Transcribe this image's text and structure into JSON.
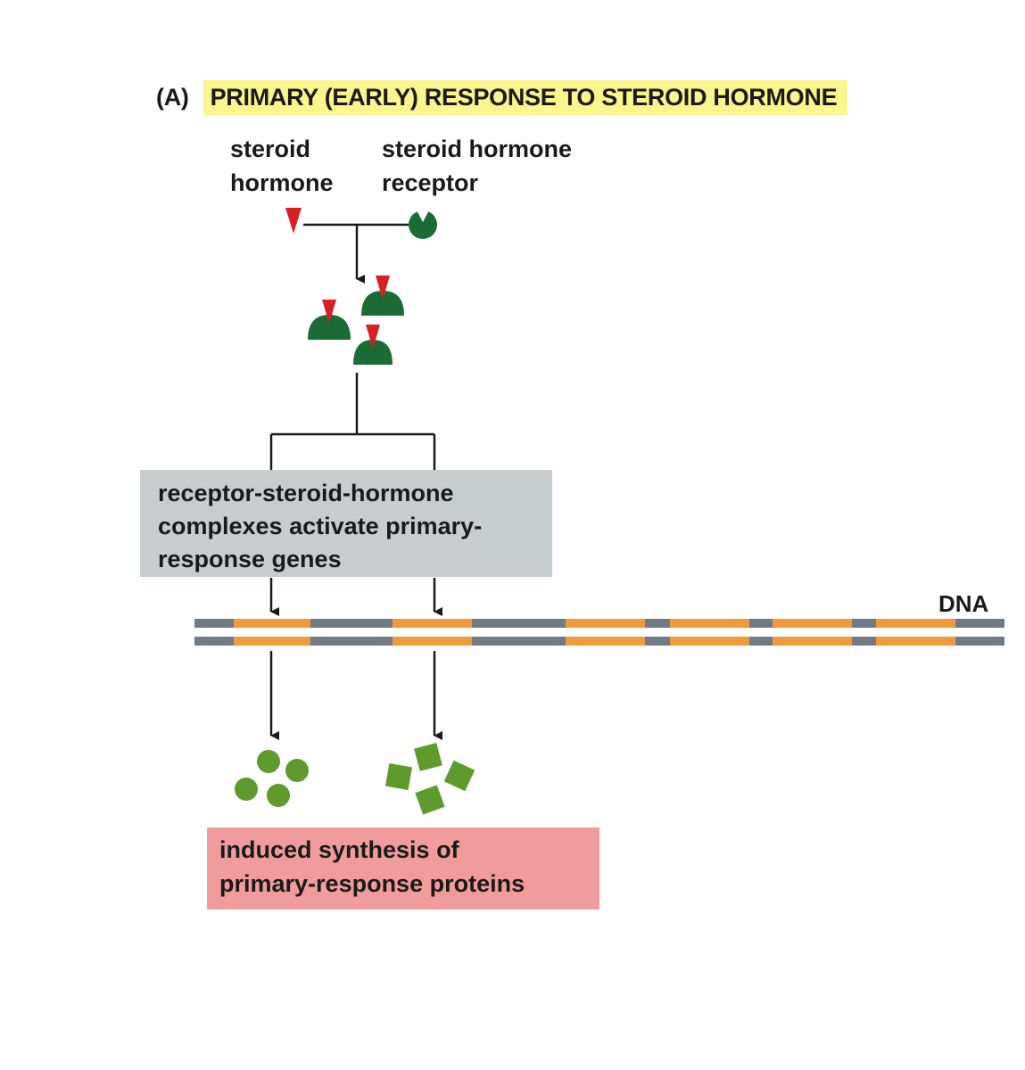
{
  "panel": {
    "letter": "(A)",
    "title": "PRIMARY (EARLY) RESPONSE TO STEROID HORMONE",
    "highlight_color": "#f8f68c"
  },
  "labels": {
    "hormone_line1": "steroid",
    "hormone_line2": "hormone",
    "receptor_line1": "steroid hormone",
    "receptor_line2": "receptor",
    "dna": "DNA"
  },
  "complex_box": {
    "lines": [
      "receptor-steroid-hormone",
      "complexes activate primary-",
      "response genes"
    ],
    "color": "#c7cdcd"
  },
  "protein_box": {
    "lines": [
      "induced synthesis of",
      "primary-response proteins"
    ],
    "color": "#f19c9c"
  },
  "colors": {
    "hormone": "#d71f26",
    "receptor": "#1c6b35",
    "protein": "#5e9a2c",
    "dna_backbone": "#727b84",
    "dna_gene": "#f09a3e",
    "line": "#1a1a1a"
  },
  "icons": {
    "hormone": "red-triangle",
    "receptor": "green-notched-circle",
    "complex": "green-dome-with-red-triangle",
    "protein_a": "green-circle",
    "protein_b": "green-square"
  }
}
